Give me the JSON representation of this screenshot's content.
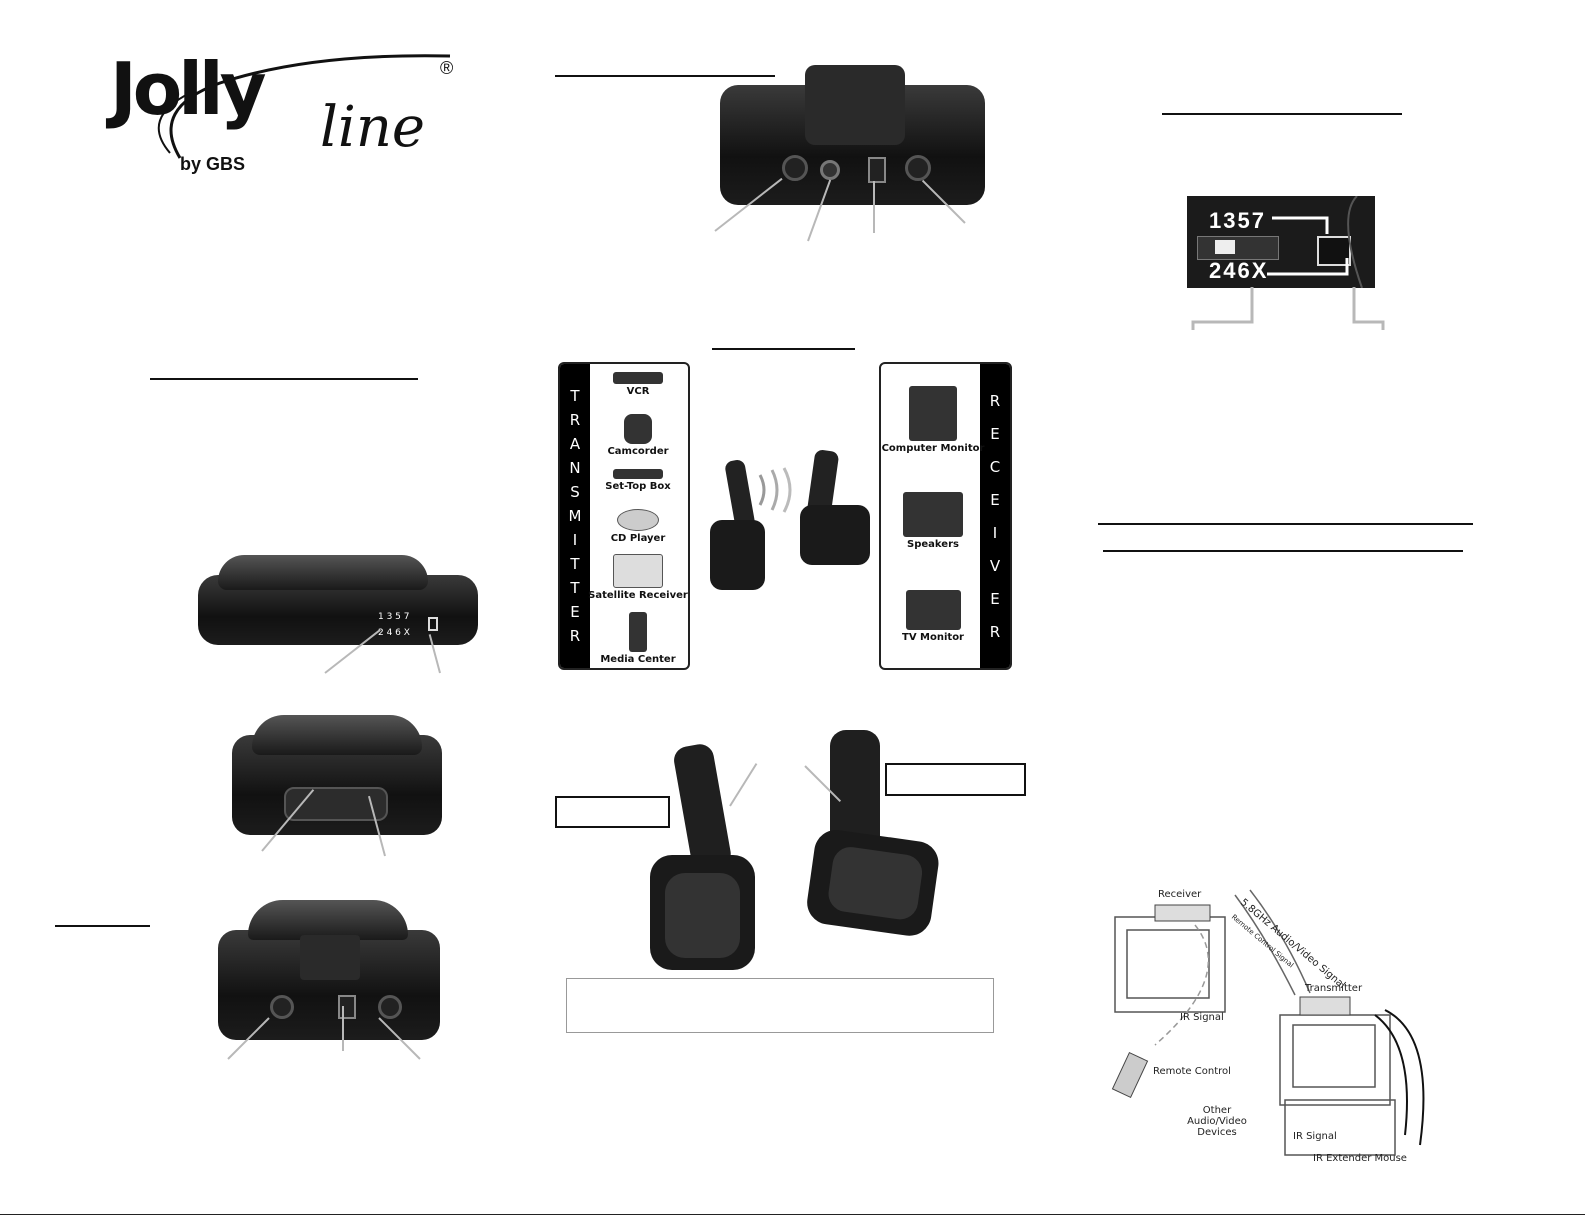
{
  "logo": {
    "brand": "Jolly",
    "script": "line",
    "registered": "®",
    "maker": "by GBS"
  },
  "diagram": {
    "transmitter_letters": [
      "T",
      "R",
      "A",
      "N",
      "S",
      "M",
      "I",
      "T",
      "T",
      "E",
      "R"
    ],
    "receiver_letters": [
      "R",
      "E",
      "C",
      "E",
      "I",
      "V",
      "E",
      "R"
    ],
    "source_devices": [
      "VCR",
      "Camcorder",
      "Set-Top Box",
      "CD Player",
      "Satellite Receiver",
      "Media Center"
    ],
    "output_devices": [
      "Computer Monitor",
      "Speakers",
      "TV Monitor"
    ]
  },
  "channel_switch": {
    "top_label": "1357",
    "bottom_label": "246X"
  },
  "side_view": {
    "top_digits": "1 3 5 7",
    "bottom_digits": "2 4 6 X"
  },
  "setup": {
    "receiver": "Receiver",
    "signal": "5.8GHz Audio/Video Signal",
    "remote_signal": "Remote Control Signal",
    "transmitter": "Transmitter",
    "ir_signal": "IR Signal",
    "remote_control": "Remote Control",
    "other_devices": "Other Audio/Video Devices",
    "ir_signal_2": "IR Signal",
    "mouse": "IR Extender Mouse"
  },
  "colors": {
    "ink": "#111111",
    "pointer": "#b8b8b8",
    "panel_bar": "#000000"
  }
}
